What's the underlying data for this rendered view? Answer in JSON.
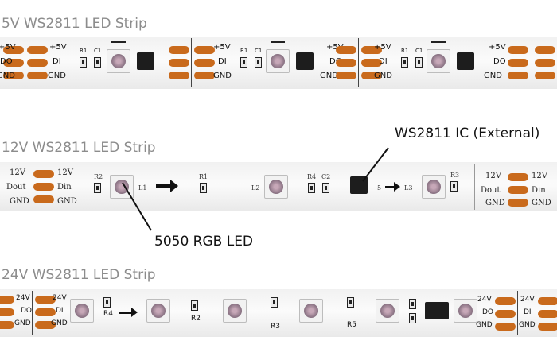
{
  "strips": [
    {
      "title": "5V WS2811 LED Strip",
      "pad_labels_left": [
        "+5V",
        "DO",
        "GND"
      ],
      "pad_labels_right": [
        "+5V",
        "DI",
        "GND"
      ],
      "resistor_label": "R1",
      "capacitor_label": "C1"
    },
    {
      "title": "12V WS2811 LED Strip",
      "pad_labels_left": [
        "12V",
        "Dout",
        "GND"
      ],
      "pad_labels_right": [
        "12V",
        "Din",
        "GND"
      ],
      "component_labels": [
        "R2",
        "L1",
        "R1",
        "L2",
        "R4",
        "C2",
        "5",
        "L3",
        "R3"
      ]
    },
    {
      "title": "24V WS2811 LED Strip",
      "pad_labels_left": [
        "24V",
        "DO",
        "GND"
      ],
      "pad_labels_right": [
        "24V",
        "DI",
        "GND"
      ],
      "component_labels": [
        "R4",
        "R2",
        "R3",
        "R5"
      ]
    }
  ],
  "annotations": {
    "ic": "WS2811 IC (External)",
    "led": "5050 RGB LED"
  }
}
